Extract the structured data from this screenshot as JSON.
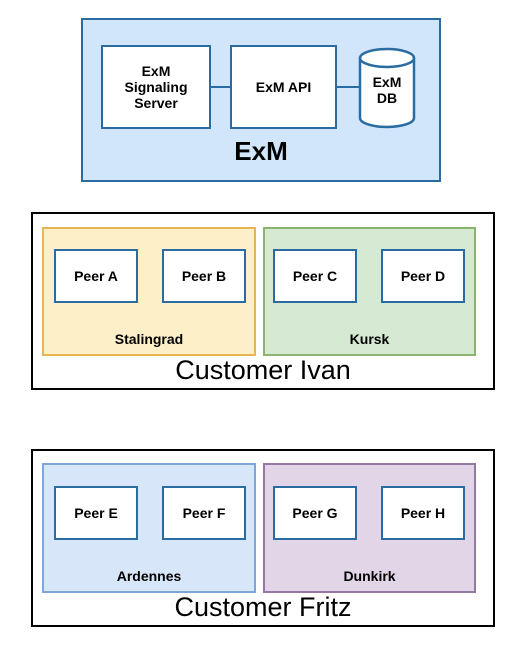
{
  "exm": {
    "title": "ExM",
    "signaling_server": [
      "ExM",
      "Signaling",
      "Server"
    ],
    "api": "ExM API",
    "db": [
      "ExM",
      "DB"
    ]
  },
  "customers": [
    {
      "name": "Customer Ivan",
      "sites": [
        {
          "name": "Stalingrad",
          "fill": "#fdf0c8",
          "border": "#e6b654",
          "peers": [
            "Peer A",
            "Peer B"
          ]
        },
        {
          "name": "Kursk",
          "fill": "#d6e9d2",
          "border": "#8ab56e",
          "peers": [
            "Peer C",
            "Peer D"
          ]
        }
      ]
    },
    {
      "name": "Customer Fritz",
      "sites": [
        {
          "name": "Ardennes",
          "fill": "#d8e6fa",
          "border": "#7ea7d9",
          "peers": [
            "Peer E",
            "Peer F"
          ]
        },
        {
          "name": "Dunkirk",
          "fill": "#e2d5e8",
          "border": "#9677a6",
          "peers": [
            "Peer G",
            "Peer H"
          ]
        }
      ]
    }
  ],
  "colors": {
    "exm_fill": "#d2e6fb",
    "component_border": "#2a6ca1"
  }
}
